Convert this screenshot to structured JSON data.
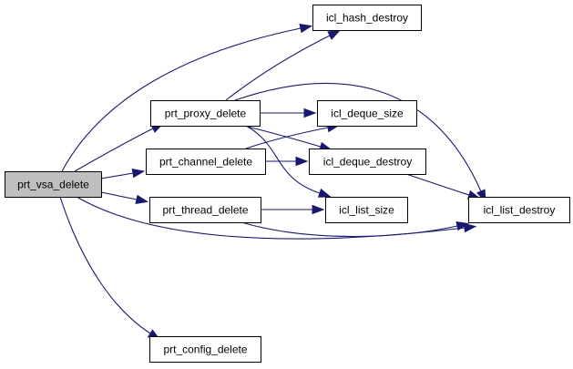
{
  "diagram": {
    "type": "call-graph",
    "colors": {
      "edge": "#191970",
      "root_fill": "#bfbfbf",
      "node_fill": "#ffffff",
      "border": "#000000"
    },
    "nodes": [
      {
        "id": "prt_vsa_delete",
        "label": "prt_vsa_delete",
        "root": true
      },
      {
        "id": "prt_proxy_delete",
        "label": "prt_proxy_delete"
      },
      {
        "id": "prt_channel_delete",
        "label": "prt_channel_delete"
      },
      {
        "id": "prt_thread_delete",
        "label": "prt_thread_delete"
      },
      {
        "id": "prt_config_delete",
        "label": "prt_config_delete"
      },
      {
        "id": "icl_hash_destroy",
        "label": "icl_hash_destroy"
      },
      {
        "id": "icl_deque_size",
        "label": "icl_deque_size"
      },
      {
        "id": "icl_deque_destroy",
        "label": "icl_deque_destroy"
      },
      {
        "id": "icl_list_size",
        "label": "icl_list_size"
      },
      {
        "id": "icl_list_destroy",
        "label": "icl_list_destroy"
      }
    ],
    "edges": [
      {
        "from": "prt_vsa_delete",
        "to": "icl_hash_destroy"
      },
      {
        "from": "prt_vsa_delete",
        "to": "prt_proxy_delete"
      },
      {
        "from": "prt_vsa_delete",
        "to": "prt_channel_delete"
      },
      {
        "from": "prt_vsa_delete",
        "to": "prt_thread_delete"
      },
      {
        "from": "prt_vsa_delete",
        "to": "icl_list_destroy"
      },
      {
        "from": "prt_vsa_delete",
        "to": "prt_config_delete"
      },
      {
        "from": "prt_proxy_delete",
        "to": "icl_hash_destroy"
      },
      {
        "from": "prt_proxy_delete",
        "to": "icl_list_destroy"
      },
      {
        "from": "prt_proxy_delete",
        "to": "icl_deque_size"
      },
      {
        "from": "prt_proxy_delete",
        "to": "icl_deque_destroy"
      },
      {
        "from": "prt_proxy_delete",
        "to": "icl_list_size"
      },
      {
        "from": "prt_channel_delete",
        "to": "icl_deque_size"
      },
      {
        "from": "prt_channel_delete",
        "to": "icl_deque_destroy"
      },
      {
        "from": "prt_thread_delete",
        "to": "icl_list_size"
      },
      {
        "from": "prt_thread_delete",
        "to": "icl_list_destroy"
      },
      {
        "from": "icl_deque_destroy",
        "to": "icl_list_destroy"
      }
    ]
  }
}
